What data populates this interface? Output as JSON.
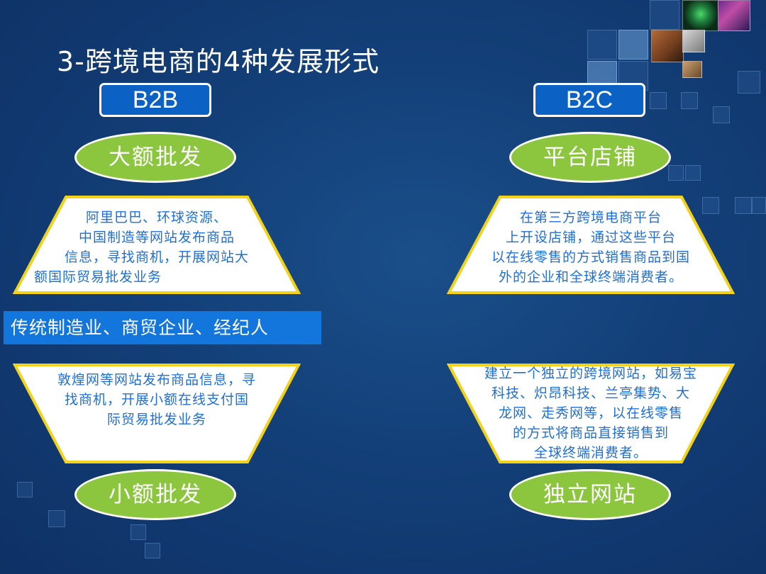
{
  "slide": {
    "title": "3-跨境电商的4种发展形式",
    "b2b": {
      "tag": "B2B",
      "large": {
        "oval": "大额批发",
        "lines": [
          "阿里巴巴、环球资源、",
          "中国制造等网站发布商品",
          "信息，寻找商机，开展网站大",
          "额国际贸易批发业务"
        ]
      },
      "industry": "传统制造业、商贸企业、经纪人",
      "small": {
        "lines": [
          "敦煌网等网站发布商品信息，寻",
          "找商机，开展小额在线支付国",
          "际贸易批发业务"
        ],
        "oval": "小额批发"
      }
    },
    "b2c": {
      "tag": "B2C",
      "platform": {
        "oval": "平台店铺",
        "lines": [
          "在第三方跨境电商平台",
          "上开设店铺，通过这些平台",
          "以在线零售的方式销售商品到国",
          "外的企业和全球终端消费者。"
        ]
      },
      "independent": {
        "lines": [
          "建立一个独立的跨境网站，如易宝",
          "科技、炽昂科技、兰亭集势、大",
          "龙网、走秀网等，以在线零售",
          "的方式将商品直接销售到",
          "全球终端消费者。"
        ],
        "oval": "独立网站"
      }
    }
  },
  "colors": {
    "background": "#133f78",
    "tag_fill": "#0b62c4",
    "oval_fill": "#8bc63e",
    "trapezoid_border": "#f2d21a",
    "body_text": "#1e6fd6",
    "industry_bar": "#1276dc"
  }
}
